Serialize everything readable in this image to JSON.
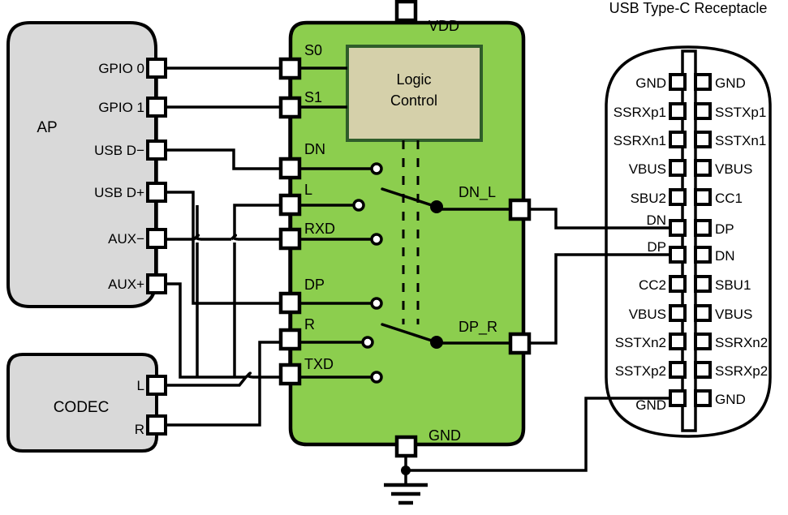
{
  "title": "USB Type-C Receptacle",
  "colors": {
    "chip_fill": "#8CCE4E",
    "logic_fill": "#D5D0AA",
    "logic_stroke": "#2F5D2A",
    "block_fill": "#D9D9D9",
    "stroke": "#000000",
    "pin_fill": "#FFFFFF",
    "background": "#FFFFFF"
  },
  "blocks": {
    "ap": {
      "label": "AP",
      "pins": [
        {
          "name": "GPIO 0"
        },
        {
          "name": "GPIO 1"
        },
        {
          "name": "USB D−"
        },
        {
          "name": "USB D+"
        },
        {
          "name": "AUX−"
        },
        {
          "name": "AUX+"
        }
      ]
    },
    "codec": {
      "label": "CODEC",
      "pins": [
        {
          "name": "L"
        },
        {
          "name": "R"
        }
      ]
    },
    "switch_chip": {
      "top_pin": "VDD",
      "bottom_pin": "GND",
      "logic_label_line1": "Logic",
      "logic_label_line2": "Control",
      "left_pins": [
        {
          "name": "S0"
        },
        {
          "name": "S1"
        },
        {
          "name": "DN"
        },
        {
          "name": "L"
        },
        {
          "name": "RXD"
        },
        {
          "name": "DP"
        },
        {
          "name": "R"
        },
        {
          "name": "TXD"
        }
      ],
      "right_pins": [
        {
          "name": "DN_L"
        },
        {
          "name": "DP_R"
        }
      ]
    },
    "receptacle": {
      "title": "USB Type-C Receptacle",
      "left_pins": [
        "GND",
        "SSRXp1",
        "SSRXn1",
        "VBUS",
        "SBU2",
        "DN",
        "DP",
        "CC2",
        "VBUS",
        "SSTXn2",
        "SSTXp2",
        "GND"
      ],
      "right_pins": [
        "GND",
        "SSTXp1",
        "SSTXn1",
        "VBUS",
        "CC1",
        "DP",
        "DN",
        "SBU1",
        "VBUS",
        "SSRXn2",
        "SSRXp2",
        "GND"
      ]
    }
  },
  "ground_symbol": {
    "name": "earth-ground"
  }
}
